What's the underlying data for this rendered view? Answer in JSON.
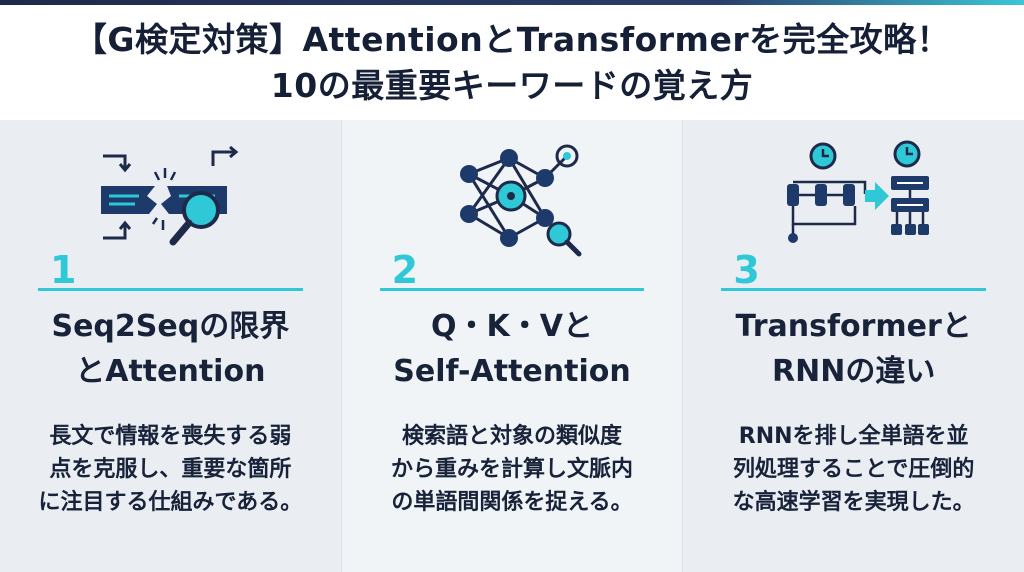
{
  "title": {
    "line1": "【G検定対策】AttentionとTransformerを完全攻略！",
    "line2": "10の最重要キーワードの覚え方"
  },
  "colors": {
    "navy": "#1e2a4a",
    "accent": "#2ec8d6",
    "background": "#eef2f6"
  },
  "cards": [
    {
      "number": "1",
      "icon": "broken-sequence-magnifier-icon",
      "heading": "Seq2Seqの限界\nとAttention",
      "body": "長文で情報を喪失する弱\n点を克服し、重要な箇所\nに注目する仕組みである。"
    },
    {
      "number": "2",
      "icon": "neural-network-magnifier-icon",
      "heading": "Q・K・Vと\nSelf-Attention",
      "body": "検索語と対象の類似度\nから重みを計算し文脈内\nの単語間関係を捉える。"
    },
    {
      "number": "3",
      "icon": "sequential-vs-parallel-icon",
      "heading": "Transformerと\nRNNの違い",
      "body": "RNNを排し全単語を並\n列処理することで圧倒的\nな高速学習を実現した。"
    }
  ]
}
